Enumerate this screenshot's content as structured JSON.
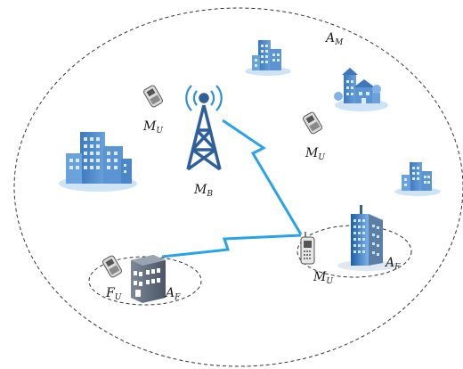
{
  "labels": {
    "macro_area": {
      "base": "A",
      "sub": "M"
    },
    "macro_bs": {
      "base": "M",
      "sub": "B"
    },
    "macro_user_1": {
      "base": "M",
      "sub": "U"
    },
    "macro_user_2": {
      "base": "M",
      "sub": "U"
    },
    "macro_user_3": {
      "base": "M",
      "sub": "U"
    },
    "femto_area_left": {
      "base": "A",
      "sub": "F"
    },
    "femto_area_right": {
      "base": "A",
      "sub": "F"
    },
    "femto_user": {
      "base": "F",
      "sub": "U"
    }
  },
  "colors": {
    "boundary": "#333333",
    "tower": "#2f5f9a",
    "signal": "#2c90d8",
    "wireless_link": "#29a3e8",
    "building": "#4a86c8",
    "building_window": "#d7ecff",
    "building_shadow": "#cfe3f6",
    "phone": "#555555",
    "femto_building": "#5c6677"
  }
}
